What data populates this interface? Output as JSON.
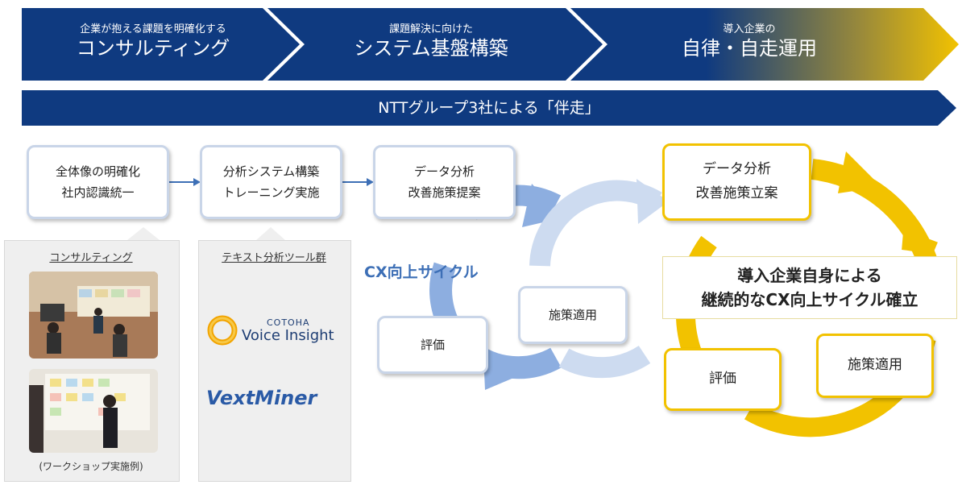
{
  "chevrons": [
    {
      "small": "企業が抱える課題を明確化する",
      "big": "コンサルティング"
    },
    {
      "small": "課題解決に向けた",
      "big": "システム基盤構築"
    },
    {
      "small": "導入企業の",
      "big": "自律・自走運用"
    }
  ],
  "band": {
    "text": "NTTグループ3社による「伴走」"
  },
  "steps": [
    {
      "line1": "全体像の明確化",
      "line2": "社内認識統一"
    },
    {
      "line1": "分析システム構築",
      "line2": "トレーニング実施"
    }
  ],
  "left_cycle": {
    "label": "CX向上サイクル",
    "top": {
      "line1": "データ分析",
      "line2": "改善施策提案"
    },
    "right": "施策適用",
    "left": "評価"
  },
  "right_cycle": {
    "top": {
      "line1": "データ分析",
      "line2": "改善施策立案"
    },
    "banner": {
      "line1": "導入企業自身による",
      "line2": "継続的なCX向上サイクル確立"
    },
    "eval": "評価",
    "apply": "施策適用"
  },
  "consulting_panel": {
    "title": "コンサルティング",
    "caption": "(ワークショップ実施例)"
  },
  "tools_panel": {
    "title": "テキスト分析ツール群",
    "cotoha_top": "COTOHA",
    "cotoha_bottom": "Voice Insight",
    "vext": "VextMiner"
  },
  "colors": {
    "navy": "#0f3a80",
    "gold": "#f2c200",
    "light_blue": "#a9c1e4",
    "box_border": "#c9d5e8"
  }
}
